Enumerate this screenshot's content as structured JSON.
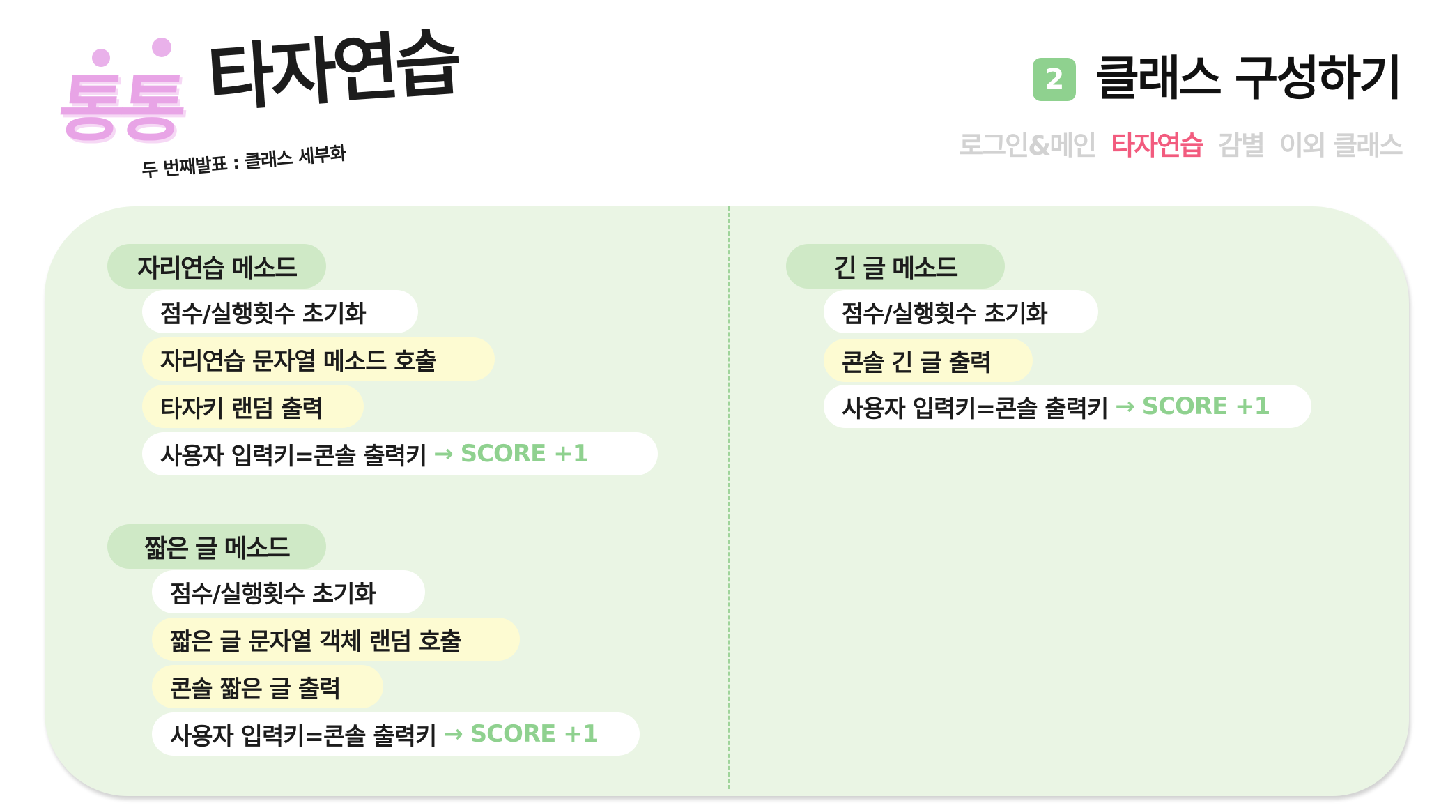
{
  "logo": {
    "brand_pink": "통통",
    "brand_title": "타자연습",
    "subtitle": "두 번째발표 : 클래스 세부화"
  },
  "header": {
    "section_number": "2",
    "section_title": "클래스 구성하기",
    "nav": [
      {
        "label": "로그인&메인",
        "active": false
      },
      {
        "label": "타자연습",
        "active": true
      },
      {
        "label": "감별",
        "active": false
      },
      {
        "label": "이외 클래스",
        "active": false
      }
    ]
  },
  "colors": {
    "badge": "#8fd18f",
    "active_nav": "#f25b7e",
    "panel_bg": "#eaf5e4",
    "tag_bg": "#cfe9c6",
    "highlight": "#fdfbd2",
    "score_text": "#8fd18f"
  },
  "left": {
    "group1": {
      "title": "자리연습 메소드",
      "steps": [
        {
          "text": "점수/실행횟수 초기화"
        },
        {
          "text": "자리연습 문자열 메소드 호출"
        },
        {
          "text": "타자키 랜덤 출력"
        },
        {
          "text": "사용자 입력키=콘솔 출력키",
          "score": "→ SCORE +1"
        }
      ]
    },
    "group2": {
      "title": "짧은 글 메소드",
      "steps": [
        {
          "text": "점수/실행횟수 초기화"
        },
        {
          "text": "짧은 글 문자열 객체 랜덤 호출"
        },
        {
          "text": "콘솔 짧은 글 출력"
        },
        {
          "text": "사용자 입력키=콘솔 출력키",
          "score": "→ SCORE +1"
        }
      ]
    }
  },
  "right": {
    "group1": {
      "title": "긴 글 메소드",
      "steps": [
        {
          "text": "점수/실행횟수 초기화"
        },
        {
          "text": "콘솔 긴 글 출력"
        },
        {
          "text": "사용자 입력키=콘솔 출력키",
          "score": "→ SCORE +1"
        }
      ]
    }
  }
}
